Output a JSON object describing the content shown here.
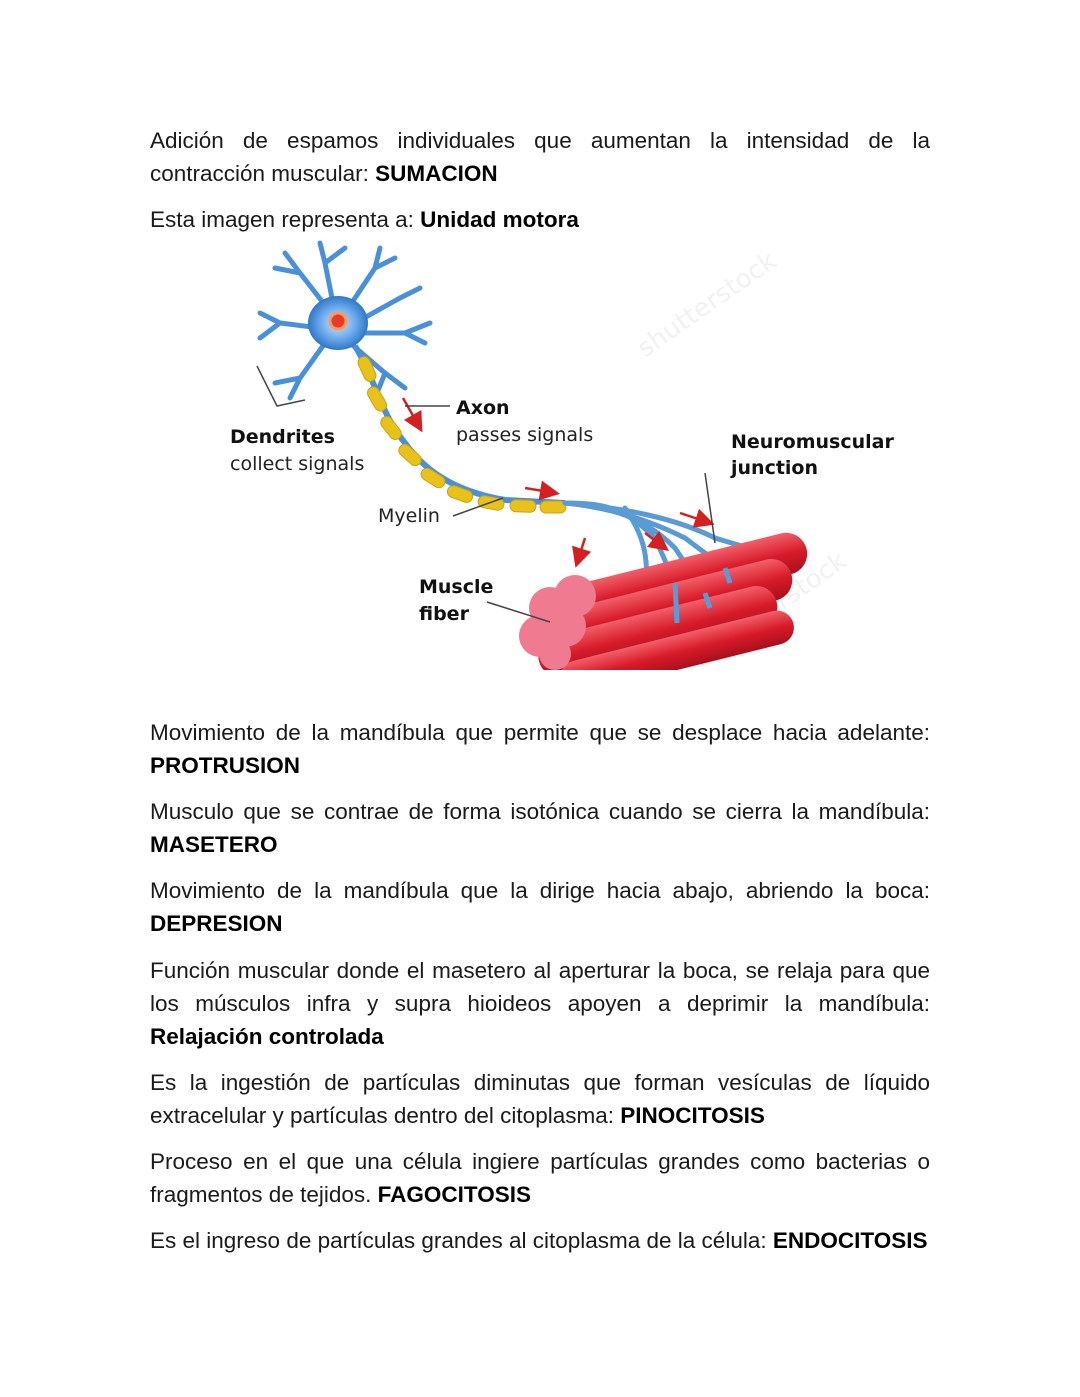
{
  "paragraphs": [
    {
      "text": "Adición de espamos individuales que aumentan la intensidad de la contracción muscular: ",
      "answer": "SUMACION"
    },
    {
      "text": "Esta imagen representa a: ",
      "answer": "Unidad motora"
    },
    {
      "text": "Movimiento de la mandíbula que permite que se desplace hacia adelante: ",
      "answer": "PROTRUSION"
    },
    {
      "text": "Musculo que se contrae de forma isotónica cuando se cierra la mandíbula: ",
      "answer": "MASETERO"
    },
    {
      "text": "Movimiento de la mandíbula que la dirige hacia abajo, abriendo la boca: ",
      "answer": "DEPRESION"
    },
    {
      "text": "Función muscular donde el masetero al aperturar la boca, se relaja para que los músculos infra y supra hioideos apoyen a deprimir la mandíbula: ",
      "answer": "Relajación controlada"
    },
    {
      "text": "Es la ingestión de partículas diminutas que forman vesículas de líquido extracelular y partículas dentro del citoplasma: ",
      "answer": "PINOCITOSIS"
    },
    {
      "text": "Proceso en el que una célula ingiere partículas grandes como bacterias o fragmentos de tejidos. ",
      "answer": "FAGOCITOSIS"
    },
    {
      "text": "Es el ingreso de partículas grandes al citoplasma de la célula: ",
      "answer": "ENDOCITOSIS"
    }
  ],
  "figure": {
    "labels": {
      "dendrites_title": "Dendrites",
      "dendrites_sub": "collect signals",
      "axon_title": "Axon",
      "axon_sub": "passes signals",
      "myelin": "Myelin",
      "nmj_line1": "Neuromuscular",
      "nmj_line2": "junction",
      "muscle_line1": "Muscle",
      "muscle_line2": "fiber"
    },
    "watermark": "shutterstock",
    "colors": {
      "neuron": "#4a90d9",
      "myelin": "#e8c21a",
      "muscle": "#e0202e",
      "arrow": "#d42020"
    }
  }
}
